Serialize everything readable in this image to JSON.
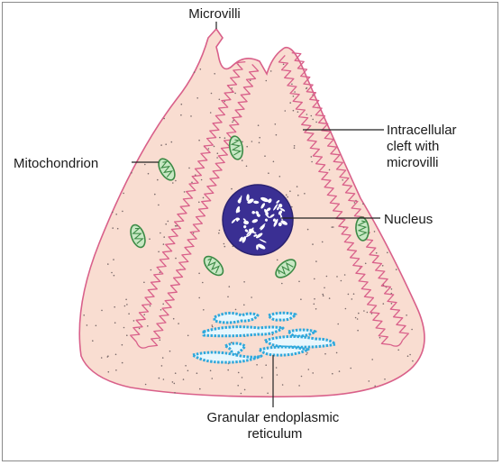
{
  "diagram": {
    "labels": {
      "microvilli": "Microvilli",
      "intracellular_cleft": [
        "Intracellular",
        "cleft with",
        "microvilli"
      ],
      "mitochondrion": "Mitochondrion",
      "nucleus": "Nucleus",
      "granular_er": [
        "Granular endoplasmic",
        "reticulum"
      ]
    },
    "colors": {
      "cytoplasm": "#f9ddd1",
      "membrane": "#d9608a",
      "nucleus": "#3a2f93",
      "mitochondrion": "#3c8a45",
      "er": "#2fa8dc",
      "leader_line": "#222222"
    }
  }
}
